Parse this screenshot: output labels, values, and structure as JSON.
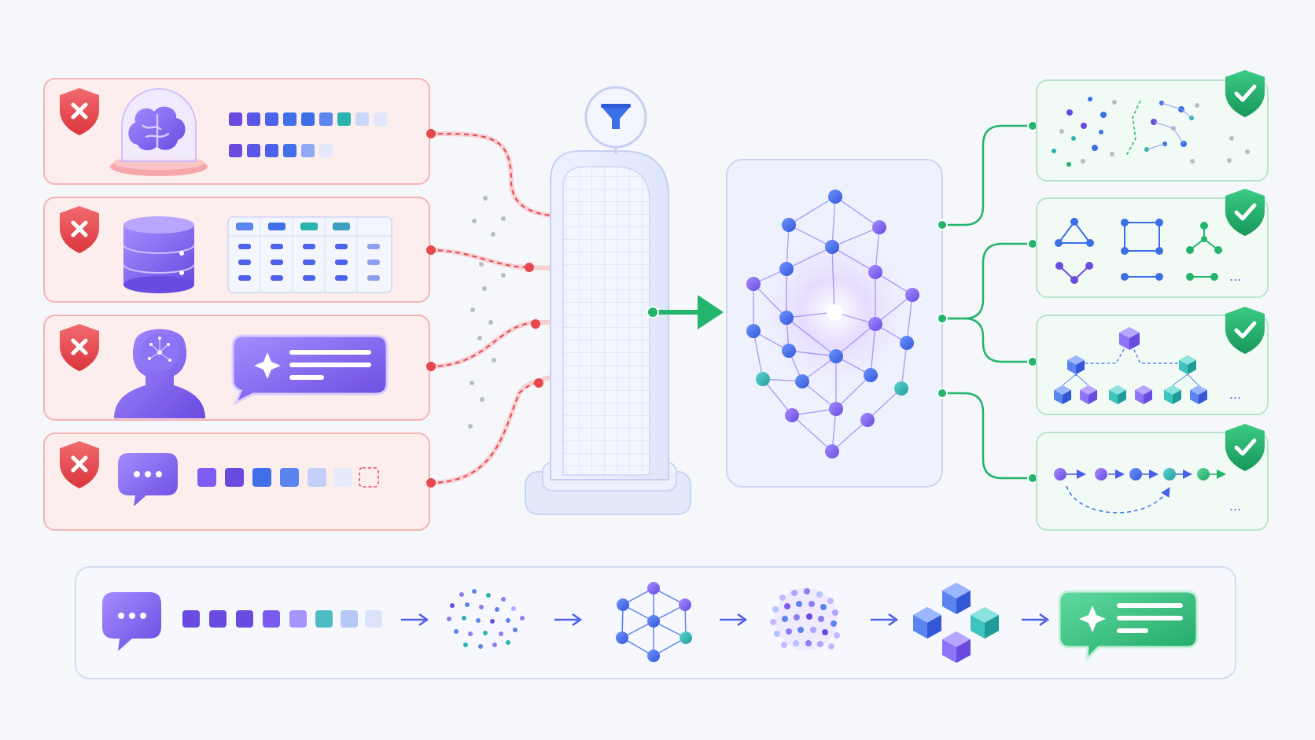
{
  "colors": {
    "background": "#f6f7fb",
    "reject_red": "#e5484d",
    "reject_panel_fill": "#fdeeee",
    "reject_panel_border": "#f3b4b4",
    "accept_green": "#22b56b",
    "accept_panel_fill": "#f1faf5",
    "accept_panel_border": "#b9e4cc",
    "purple": "#7c5cf2",
    "blue": "#3b6fe6",
    "teal": "#2bb3b0",
    "glass": "#e9eefc"
  },
  "left_panels": [
    {
      "status_icon": "shield-x-icon",
      "content_icon": "brain-icon",
      "content": "token-rows"
    },
    {
      "status_icon": "shield-x-icon",
      "content_icon": "database-icon",
      "content": "data-table"
    },
    {
      "status_icon": "shield-x-icon",
      "content_icon": "head-network-icon",
      "content": "sparkle-chat-bubble"
    },
    {
      "status_icon": "shield-x-icon",
      "content_icon": "chat-dots-icon",
      "content": "token-row-with-empty-slot"
    }
  ],
  "center": {
    "filter_icon": "funnel-icon",
    "gate": "glass-filter-panel",
    "network": "knowledge-graph-network"
  },
  "right_panels": [
    {
      "status_icon": "shield-check-icon",
      "content": "scattered-nodes"
    },
    {
      "status_icon": "shield-check-icon",
      "content": "small-graph-shapes",
      "ellipsis": "..."
    },
    {
      "status_icon": "shield-check-icon",
      "content": "cube-hierarchy",
      "ellipsis": "..."
    },
    {
      "status_icon": "shield-check-icon",
      "content": "node-sequence",
      "ellipsis": "..."
    }
  ],
  "pipeline": {
    "steps": [
      "chat-dots-icon",
      "token-row",
      "point-cloud",
      "graph-cluster",
      "dense-cloud",
      "cube-cluster",
      "sparkle-chat-bubble"
    ]
  }
}
